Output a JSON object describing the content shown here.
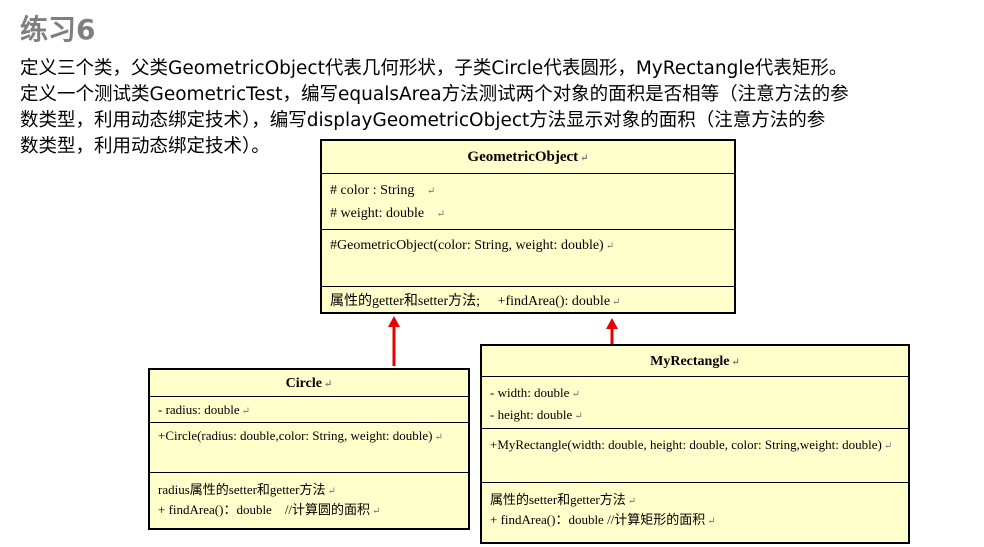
{
  "title": "练习6",
  "description": [
    "定义三个类，父类GeometricObject代表几何形状，子类Circle代表圆形，MyRectangle代表矩形。",
    "定义一个测试类GeometricTest，编写equalsArea方法测试两个对象的面积是否相等（注意方法的参",
    "数类型，利用动态绑定技术），编写displayGeometricObject方法显示对象的面积（注意方法的参",
    "数类型，利用动态绑定技术）。"
  ],
  "para_mark": "↵",
  "colors": {
    "box_fill": "#ffffcc",
    "arrow": "#e60000",
    "title": "#7f7f7f"
  },
  "geometric_object": {
    "name": "GeometricObject",
    "attributes": [
      "# color : String",
      "# weight: double"
    ],
    "constructor": "#GeometricObject(color: String, weight: double)",
    "methods": "属性的getter和setter方法;     +findArea(): double"
  },
  "circle": {
    "name": "Circle",
    "attributes": [
      "- radius: double"
    ],
    "constructor": "+Circle(radius: double,color: String, weight: double)",
    "methods": [
      "radius属性的setter和getter方法",
      "+ findArea()：double    //计算圆的面积"
    ]
  },
  "my_rectangle": {
    "name": "MyRectangle",
    "attributes": [
      "- width: double",
      "- height: double"
    ],
    "constructor": "+MyRectangle(width: double, height: double, color: String,weight: double)",
    "methods": [
      "属性的setter和getter方法",
      "+ findArea()：double //计算矩形的面积"
    ]
  }
}
